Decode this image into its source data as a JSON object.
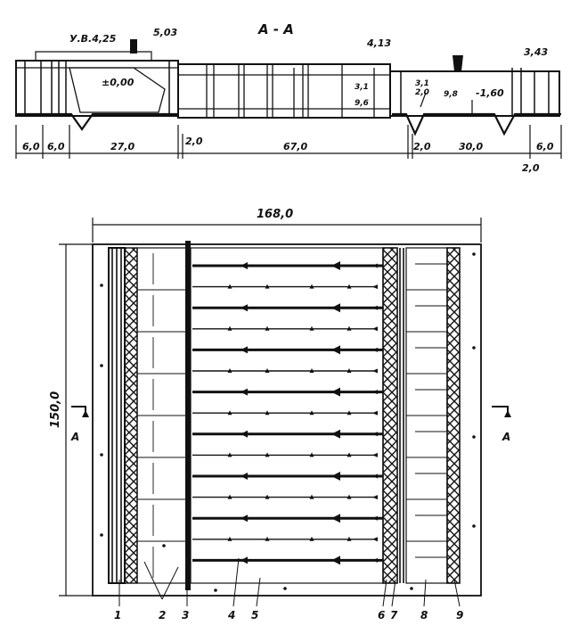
{
  "section": {
    "title": "А - А",
    "levels": {
      "water_level": "У.В.4,25",
      "top_left": "5,03",
      "zero": "±0,00",
      "top_mid": "4,13",
      "depth_a": "3,1",
      "depth_b": "9,6",
      "right_a": "3,1",
      "right_b": "2,0",
      "right_c": "9,8",
      "bottom_right": "-1,60",
      "top_right": "3,43"
    },
    "dimensions": {
      "d1": "6,0",
      "d2": "6,0",
      "d3": "27,0",
      "d4": "2,0",
      "d5": "67,0",
      "d6": "2,0",
      "d7": "30,0",
      "d8": "6,0",
      "d9": "2,0"
    }
  },
  "plan": {
    "width_label": "168,0",
    "height_label": "150,0",
    "cut_left": "A",
    "cut_right": "A",
    "callouts": [
      "1",
      "2",
      "3",
      "4",
      "5",
      "6",
      "7",
      "8",
      "9"
    ]
  }
}
